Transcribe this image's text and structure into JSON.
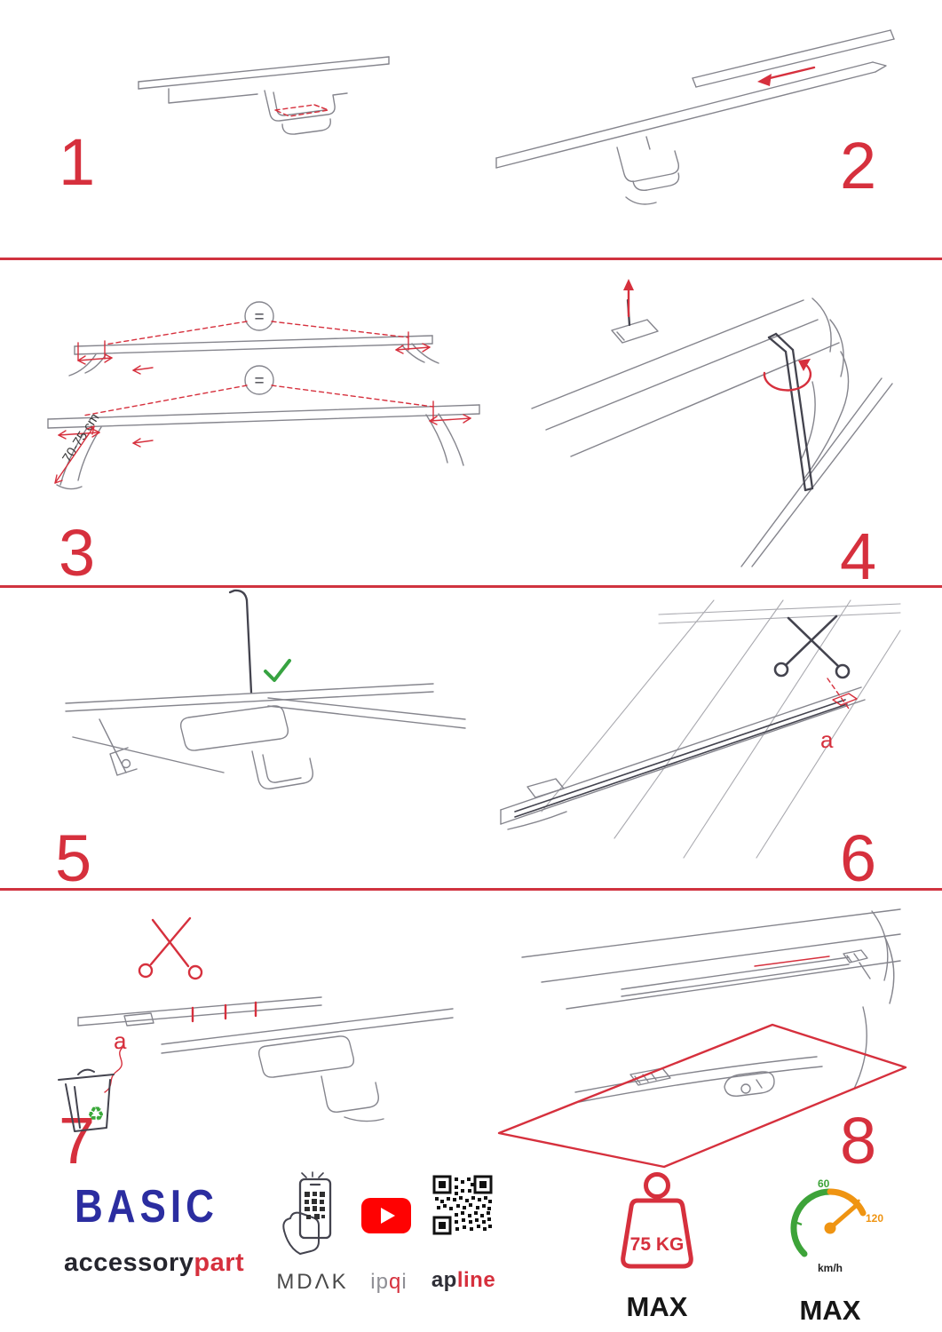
{
  "page": {
    "colors": {
      "accent_red": "#d6303d",
      "brand_blue": "#2b2da0",
      "green": "#37a341",
      "orange": "#ef9412",
      "youtube_red": "#ff0202"
    }
  },
  "steps": {
    "s1": {
      "number": "1"
    },
    "s2": {
      "number": "2"
    },
    "s3": {
      "number": "3",
      "equal1": "=",
      "equal2": "=",
      "measure": "70-75 cm"
    },
    "s4": {
      "number": "4"
    },
    "s5": {
      "number": "5"
    },
    "s6": {
      "number": "6",
      "label_a": "a"
    },
    "s7": {
      "number": "7",
      "label_a": "a",
      "recycle": "♻"
    },
    "s8": {
      "number": "8"
    }
  },
  "footer": {
    "brand": {
      "title": "BASIC",
      "sub_dark": "accessory",
      "sub_red": "part"
    },
    "partners": {
      "mdak": "MDΛK",
      "ipqi": {
        "seg1": "ip",
        "seg2": "q",
        "seg3": "i"
      },
      "apline": {
        "seg1": "ap",
        "seg2": "line"
      }
    },
    "weight": {
      "value": "75 KG",
      "max": "MAX"
    },
    "speed": {
      "low": "60",
      "high": "120",
      "unit": "km/h",
      "max": "MAX"
    }
  }
}
